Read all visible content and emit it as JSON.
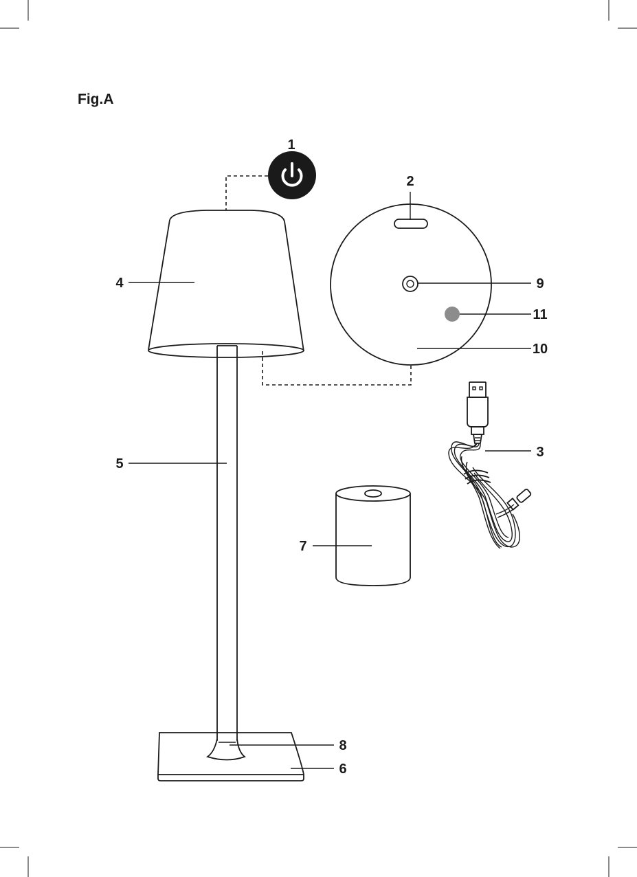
{
  "figure": {
    "title": "Fig.A"
  },
  "callouts": {
    "c1": "1",
    "c2": "2",
    "c3": "3",
    "c4": "4",
    "c5": "5",
    "c6": "6",
    "c7": "7",
    "c8": "8",
    "c9": "9",
    "c10": "10",
    "c11": "11"
  },
  "colors": {
    "line": "#1a1a1a",
    "background": "#ffffff",
    "indicator_dot": "#8c8c8c",
    "touch_button_fill": "#1a1a1a"
  },
  "icons": {
    "touch_button": "power-icon"
  }
}
